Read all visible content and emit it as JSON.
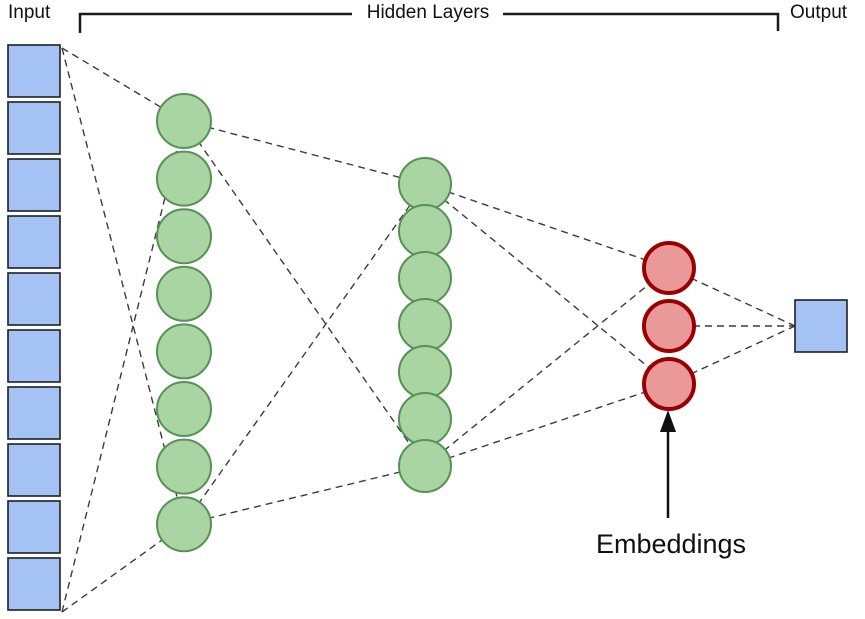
{
  "labels": {
    "input": "Input",
    "hidden_layers": "Hidden Layers",
    "output": "Output",
    "embeddings": "Embeddings"
  },
  "colors": {
    "connection": "#3c3c3c",
    "bracket": "#1a1a1a",
    "arrow": "#111111"
  },
  "diagram": {
    "type": "neural-network",
    "layers": [
      {
        "id": "input",
        "role": "input layer",
        "shape": "square",
        "count": 10,
        "fill": "#a4c2f4",
        "stroke": "#1f1f1f",
        "stroke_width": 1.6
      },
      {
        "id": "hidden-1",
        "role": "hidden layer 1",
        "shape": "circle",
        "count": 8,
        "fill": "#a8d5a2",
        "stroke": "#579157",
        "stroke_width": 2
      },
      {
        "id": "hidden-2",
        "role": "hidden layer 2",
        "shape": "circle",
        "count": 7,
        "fill": "#a8d5a2",
        "stroke": "#579157",
        "stroke_width": 2
      },
      {
        "id": "embeddings",
        "role": "embeddings layer",
        "shape": "circle",
        "count": 3,
        "fill": "#ea9999",
        "stroke": "#990000",
        "stroke_width": 4
      },
      {
        "id": "output",
        "role": "output layer",
        "shape": "square",
        "count": 1,
        "fill": "#a4c2f4",
        "stroke": "#1f1f1f",
        "stroke_width": 1.6
      }
    ],
    "connections": [
      [
        "input.top",
        "hidden-1.0"
      ],
      [
        "input.top",
        "hidden-1.7"
      ],
      [
        "input.bottom",
        "hidden-1.0"
      ],
      [
        "input.bottom",
        "hidden-1.7"
      ],
      [
        "hidden-1.0",
        "hidden-2.0"
      ],
      [
        "hidden-1.0",
        "hidden-2.6"
      ],
      [
        "hidden-1.7",
        "hidden-2.0"
      ],
      [
        "hidden-1.7",
        "hidden-2.6"
      ],
      [
        "hidden-2.0",
        "embeddings.0"
      ],
      [
        "hidden-2.0",
        "embeddings.2"
      ],
      [
        "hidden-2.6",
        "embeddings.0"
      ],
      [
        "hidden-2.6",
        "embeddings.2"
      ],
      [
        "embeddings.0",
        "output.0"
      ],
      [
        "embeddings.1",
        "output.0"
      ],
      [
        "embeddings.2",
        "output.0"
      ]
    ],
    "annotation": {
      "text_ref": "labels.embeddings",
      "arrow_points_to": "embeddings layer bottom node"
    }
  }
}
